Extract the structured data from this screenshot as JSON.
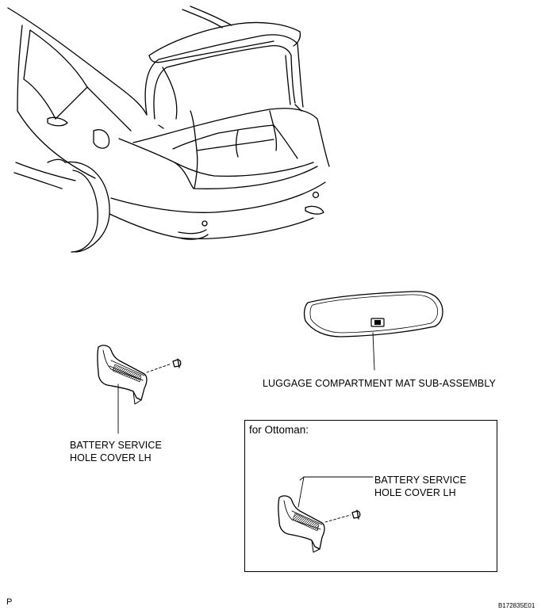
{
  "labels": {
    "mat": "LUGGAGE COMPARTMENT MAT SUB-ASSEMBLY",
    "cover_main_line1": "BATTERY SERVICE",
    "cover_main_line2": "HOLE COVER LH",
    "ottoman_title": "for Ottoman:",
    "cover_ottoman_line1": "BATTERY SERVICE",
    "cover_ottoman_line2": "HOLE COVER LH"
  },
  "footer": {
    "left_mark": "P",
    "figure_id": "B172835E01"
  }
}
